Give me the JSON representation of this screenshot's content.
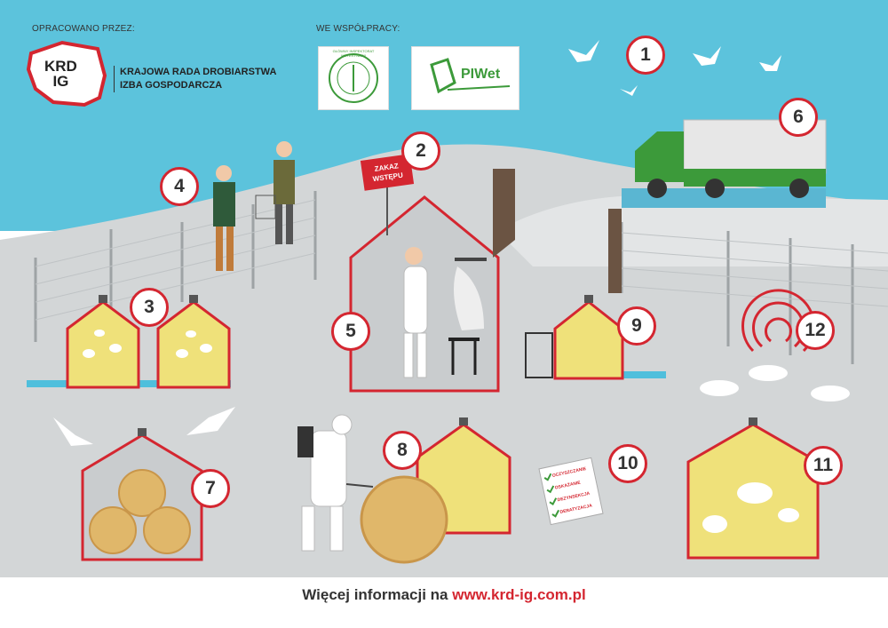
{
  "header": {
    "developed_by": "OPRACOWANO PRZEZ:",
    "in_cooperation": "WE WSPÓŁPRACY:"
  },
  "krd_logo": {
    "line1": "KRD",
    "line2": "IG",
    "org_line1": "KRAJOWA RADA DROBIARSTWA",
    "org_line2": "IZBA GOSPODARCZA"
  },
  "partners": {
    "inspectorate_ring": "GŁÓWNY INSPEKTORAT WETERYNARII",
    "piwet_label": "PIWet"
  },
  "sign": {
    "line1": "ZAKAZ",
    "line2": "WSTĘPU"
  },
  "checklist": {
    "items": [
      "OCZYSZCZANIE",
      "OSKAŻANIE",
      "DEZYNSEKCJA",
      "DERATYZACJA"
    ]
  },
  "markers": {
    "m1": "1",
    "m2": "2",
    "m3": "3",
    "m4": "4",
    "m5": "5",
    "m6": "6",
    "m7": "7",
    "m8": "8",
    "m9": "9",
    "m10": "10",
    "m11": "11",
    "m12": "12"
  },
  "footer": {
    "text": "Więcej informacji na",
    "url": "www.krd-ig.com.pl"
  },
  "colors": {
    "sky": "#5cc3dc",
    "ground": "#d3d6d7",
    "accent_red": "#d42630",
    "barn_yellow": "#efe17a",
    "truck_green": "#3c9a3a",
    "water_blue": "#4fbfdc"
  }
}
